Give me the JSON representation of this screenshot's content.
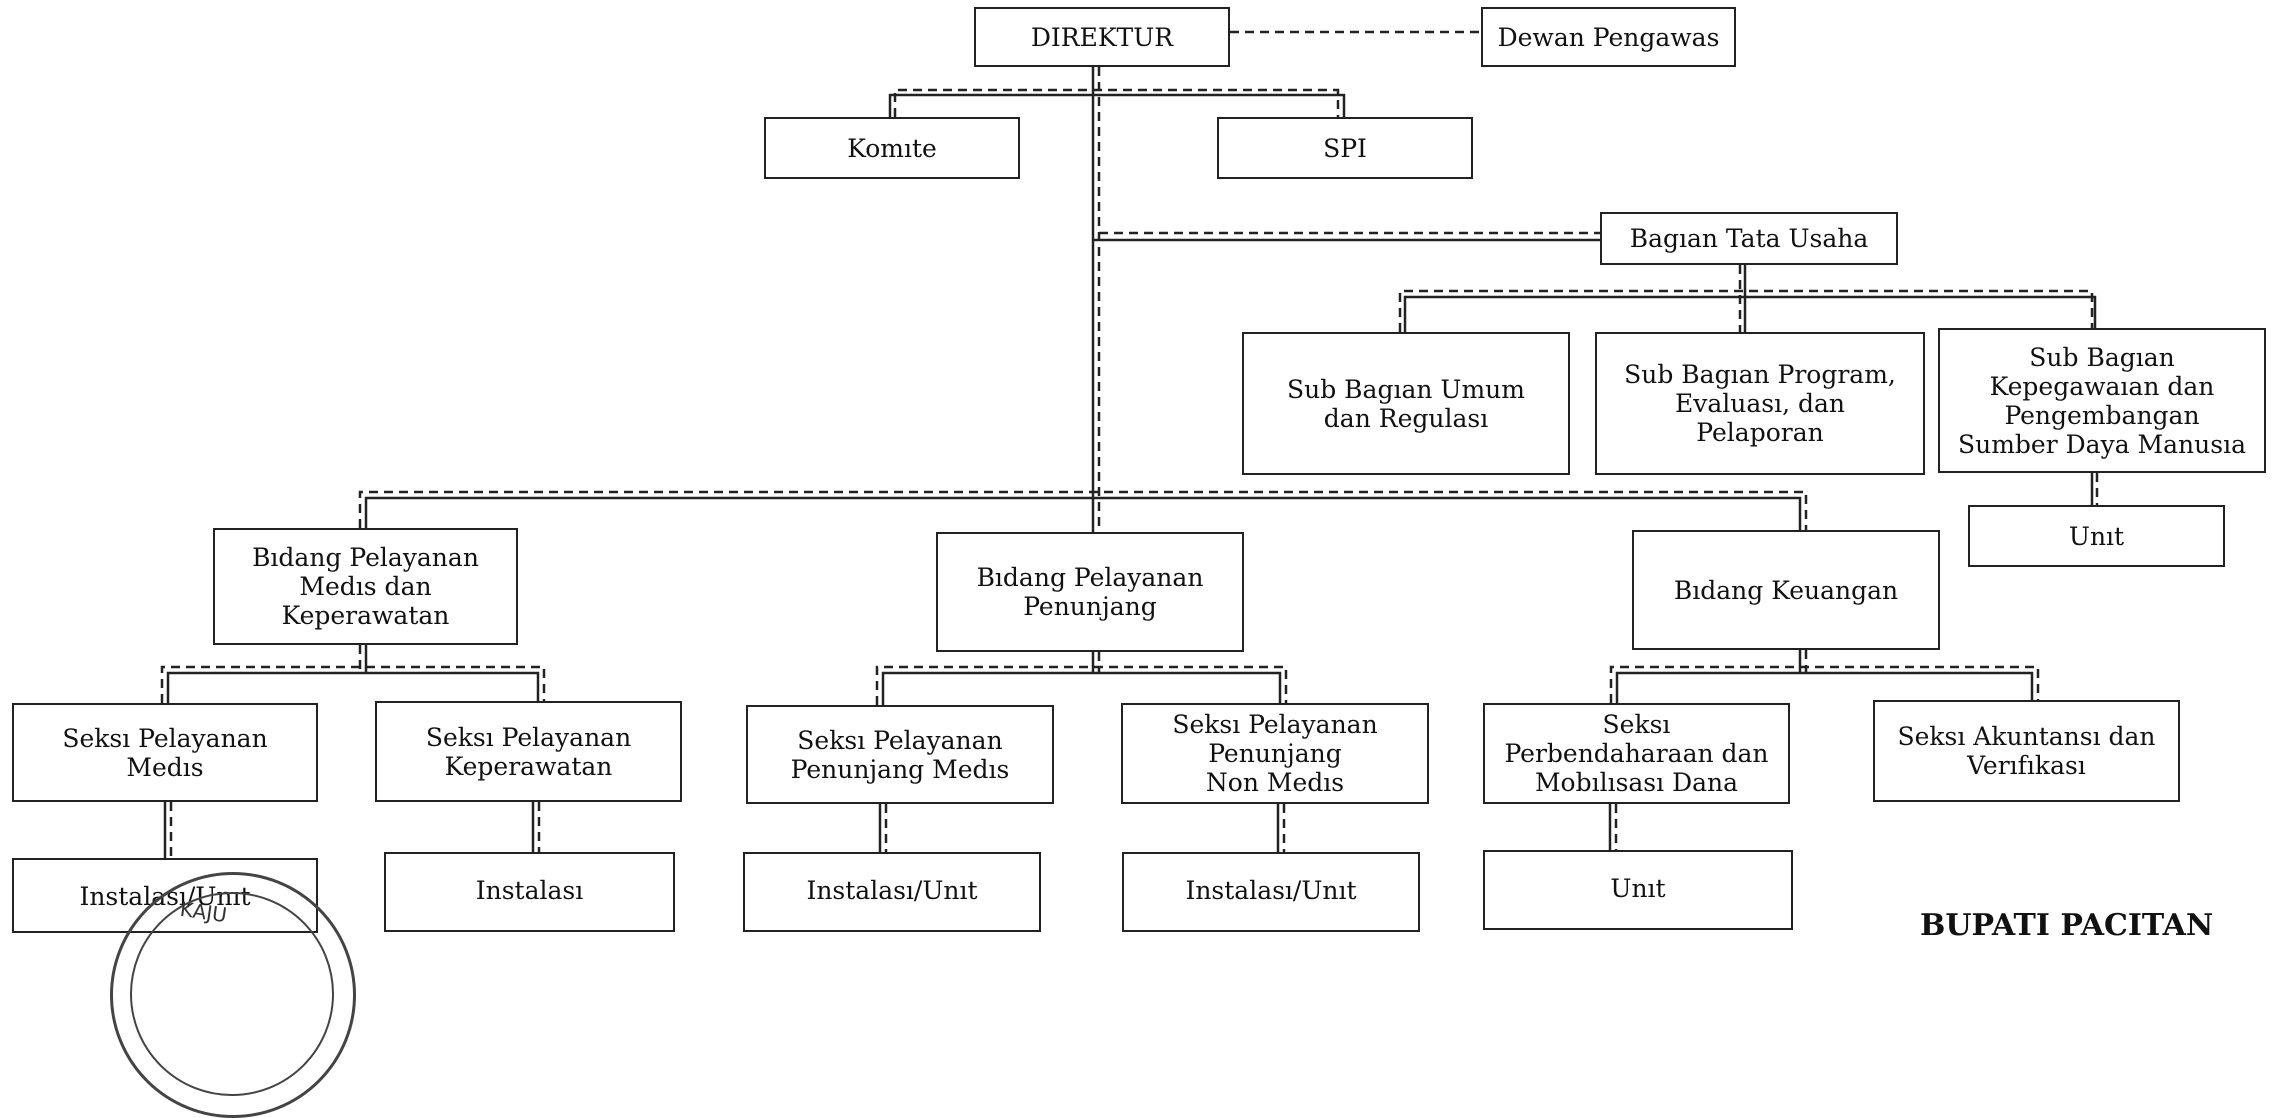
{
  "nodes": {
    "direktur": "DIREKTUR",
    "dewan_pengawas": "Dewan Pengawas",
    "komite": "Komıte",
    "spi": "SPI",
    "bagian_tata_usaha": "Bagıan Tata Usaha",
    "sub_bagian_umum": "Sub Bagıan Umum\ndan Regulası",
    "sub_bagian_program": "Sub Bagıan Program,\nEvaluası, dan\nPelaporan",
    "sub_bagian_kepegawaian": "Sub Bagıan\nKepegawaıan dan\nPengembangan\nSumber Daya Manusıa",
    "unit_kepegawaian": "Unıt",
    "bidang_medis": "Bıdang Pelayanan\nMedıs dan\nKeperawatan",
    "bidang_penunjang": "Bıdang Pelayanan\nPenunjang",
    "bidang_keuangan": "Bıdang Keuangan",
    "seksi_medis": "Seksı Pelayanan\nMedıs",
    "seksi_keperawatan": "Seksı Pelayanan\nKeperawatan",
    "seksi_penunjang_medis": "Seksı Pelayanan\nPenunjang Medıs",
    "seksi_penunjang_non_medis": "Seksı Pelayanan\nPenunjang\nNon Medıs",
    "seksi_perbendaharaan": "Seksı\nPerbendaharaan dan\nMobılısası Dana",
    "seksi_akuntansi": "Seksı Akuntansı dan\nVerıfıkası",
    "instalasi_unit_medis": "Instalası/Unıt",
    "instalasi_keperawatan": "Instalası",
    "instalasi_unit_penunjang_medis": "Instalası/Unıt",
    "instalasi_unit_penunjang_non_medis": "Instalası/Unıt",
    "unit_perbendaharaan": "Unıt"
  },
  "seal_text": "KAJU",
  "signature_heading": "BUPATI PACITAN"
}
